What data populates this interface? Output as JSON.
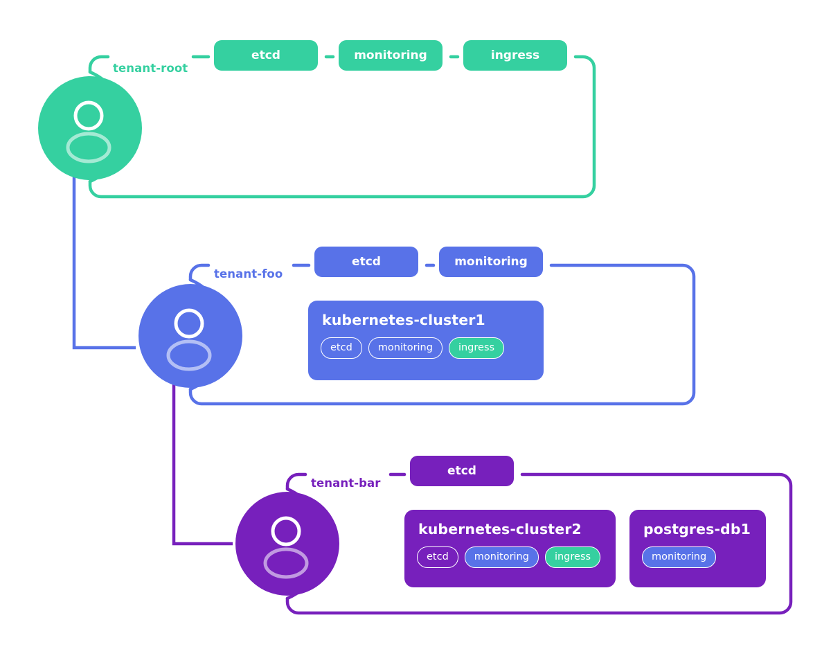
{
  "colors": {
    "green": "#35d0a0",
    "blue": "#5872e8",
    "purple": "#7720bc",
    "white": "#ffffff",
    "background": "#ffffff"
  },
  "tenants": [
    {
      "id": "tenant-root",
      "label": "tenant-root",
      "color": "#35d0a0",
      "avatar_icon": "user-avatar-icon",
      "tabs": [
        {
          "label": "etcd"
        },
        {
          "label": "monitoring"
        },
        {
          "label": "ingress"
        }
      ],
      "cards": []
    },
    {
      "id": "tenant-foo",
      "label": "tenant-foo",
      "color": "#5872e8",
      "avatar_icon": "user-avatar-icon",
      "tabs": [
        {
          "label": "etcd"
        },
        {
          "label": "monitoring"
        }
      ],
      "cards": [
        {
          "title": "kubernetes-cluster1",
          "pills": [
            {
              "label": "etcd",
              "style": "outline",
              "fill": ""
            },
            {
              "label": "monitoring",
              "style": "outline",
              "fill": ""
            },
            {
              "label": "ingress",
              "style": "filled",
              "fill": "#35d0a0"
            }
          ]
        }
      ]
    },
    {
      "id": "tenant-bar",
      "label": "tenant-bar",
      "color": "#7720bc",
      "avatar_icon": "user-avatar-icon",
      "tabs": [
        {
          "label": "etcd"
        }
      ],
      "cards": [
        {
          "title": "kubernetes-cluster2",
          "pills": [
            {
              "label": "etcd",
              "style": "outline",
              "fill": ""
            },
            {
              "label": "monitoring",
              "style": "filled",
              "fill": "#5872e8"
            },
            {
              "label": "ingress",
              "style": "filled",
              "fill": "#35d0a0"
            }
          ]
        },
        {
          "title": "postgres-db1",
          "pills": [
            {
              "label": "monitoring",
              "style": "filled",
              "fill": "#5872e8"
            }
          ]
        }
      ]
    }
  ]
}
